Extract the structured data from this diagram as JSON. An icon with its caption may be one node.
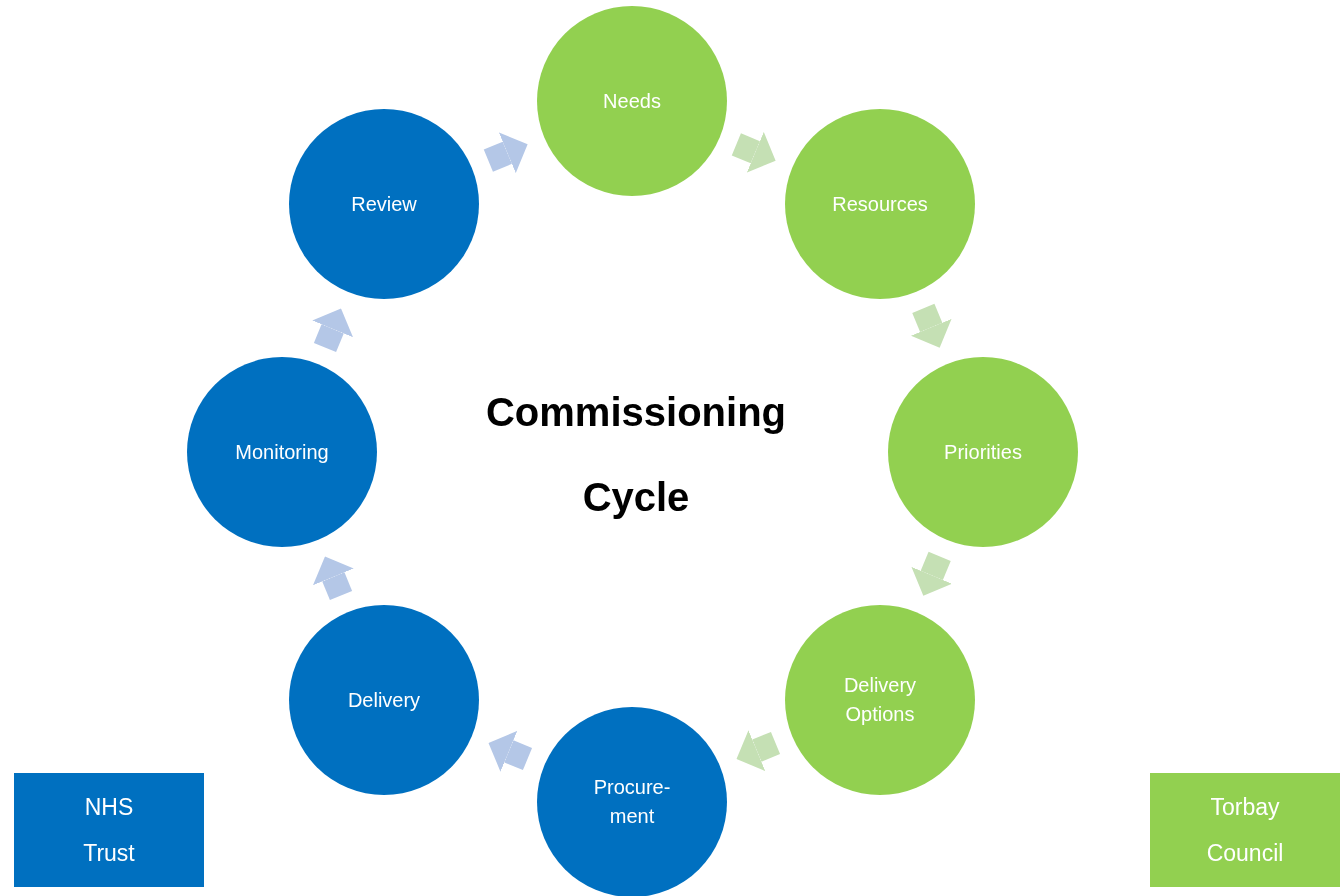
{
  "diagram": {
    "title": "Commissioning Cycle",
    "nodes": [
      {
        "text": [
          "Needs"
        ]
      },
      {
        "text": [
          "Resources"
        ]
      },
      {
        "text": [
          "Priorities"
        ]
      },
      {
        "text": [
          "Delivery Options"
        ]
      },
      {
        "text": [
          "Procure- ment"
        ]
      },
      {
        "text": [
          "Delivery"
        ]
      },
      {
        "text": [
          "Monitoring"
        ]
      },
      {
        "text": [
          "Review"
        ]
      }
    ],
    "edges": [
      {
        "from": 0,
        "to": 1,
        "arrow": "to",
        "color": "#c5e0b4"
      },
      {
        "from": 1,
        "to": 2,
        "arrow": "to",
        "color": "#c5e0b4"
      },
      {
        "from": 2,
        "to": 3,
        "arrow": "to",
        "color": "#c5e0b4"
      },
      {
        "from": 3,
        "to": 4,
        "arrow": "to",
        "color": "#c5e0b4"
      },
      {
        "from": 4,
        "to": 5,
        "arrow": "to",
        "color": "#b4c7e7"
      },
      {
        "from": 5,
        "to": 6,
        "arrow": "to",
        "color": "#b4c7e7"
      },
      {
        "from": 6,
        "to": 7,
        "arrow": "to",
        "color": "#b4c7e7"
      },
      {
        "from": 7,
        "to": 0,
        "arrow": "to",
        "color": "#b4c7e7"
      }
    ],
    "legend": [
      {
        "text": "NHS Trust",
        "color": "#0070c0"
      },
      {
        "text": "Torbay Council",
        "color": "#92d050"
      }
    ]
  }
}
